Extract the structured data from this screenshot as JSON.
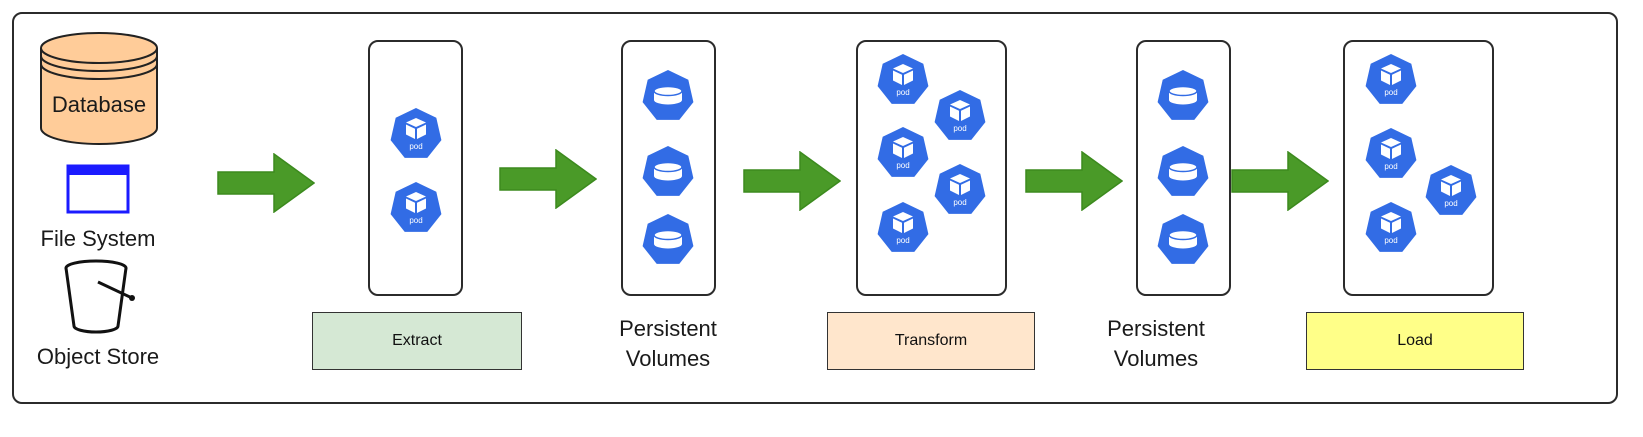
{
  "sources": {
    "database": "Database",
    "file_system": "File System",
    "object_store": "Object Store"
  },
  "stages": {
    "extract": {
      "label": "Extract",
      "color": "#d5e8d4"
    },
    "transform": {
      "label": "Transform",
      "color": "#ffe6cc"
    },
    "load": {
      "label": "Load",
      "color": "#ffff88"
    }
  },
  "volumes": {
    "first": "Persistent\nVolumes",
    "second": "Persistent\nVolumes"
  },
  "pod_label": "pod",
  "colors": {
    "arrow": "#4a9a28",
    "k8s_blue": "#326ce5",
    "database_fill": "#ffcc99",
    "file_border": "#1b1bff"
  }
}
